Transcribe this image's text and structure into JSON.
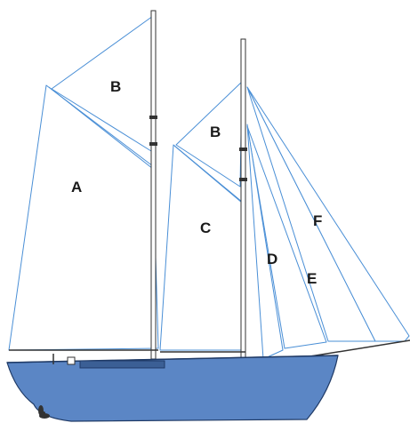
{
  "labels": {
    "a": "A",
    "b_main": "B",
    "b_fore": "B",
    "c": "C",
    "d": "D",
    "e": "E",
    "f": "F"
  },
  "colors": {
    "hull": "#5b86c5",
    "hull_outline": "#1f3a66",
    "sail_outline": "#4a8fd6",
    "spar": "#333333",
    "deckhouse": "#3b5f95"
  }
}
